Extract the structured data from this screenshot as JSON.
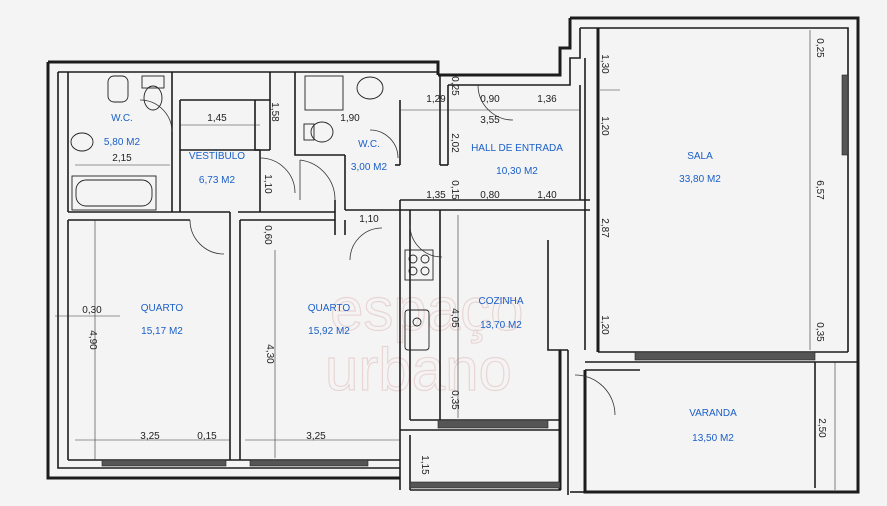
{
  "rooms": [
    {
      "id": "wc1",
      "name": "W.C.",
      "area": "5,80 M2"
    },
    {
      "id": "vestibulo",
      "name": "VESTÍBULO",
      "area": "6,73 M2"
    },
    {
      "id": "wc2",
      "name": "W.C.",
      "area": "3,00 M2"
    },
    {
      "id": "hall",
      "name": "HALL DE ENTRADA",
      "area": "10,30 M2"
    },
    {
      "id": "sala",
      "name": "SALA",
      "area": "33,80 M2"
    },
    {
      "id": "quarto1",
      "name": "QUARTO",
      "area": "15,17 M2"
    },
    {
      "id": "quarto2",
      "name": "QUARTO",
      "area": "15,92 M2"
    },
    {
      "id": "cozinha",
      "name": "COZINHA",
      "area": "13,70 M2"
    },
    {
      "id": "varanda",
      "name": "VARANDA",
      "area": "13,50 M2"
    }
  ],
  "dimensions": {
    "d145": "1,45",
    "d158": "1,58",
    "d215": "2,15",
    "d110a": "1,10",
    "d110b": "1,10",
    "d060": "0,60",
    "d190": "1,90",
    "d129": "1,29",
    "d025a": "0,25",
    "d090": "0,90",
    "d136": "1,36",
    "d355": "3,55",
    "d202": "2,02",
    "d135": "1,35",
    "d015a": "0,15",
    "d080": "0,80",
    "d140": "1,40",
    "d130": "1,30",
    "d120a": "1,20",
    "d287": "2,87",
    "d120b": "1,20",
    "d025b": "0,25",
    "d657": "6,57",
    "d035a": "0,35",
    "d030": "0,30",
    "d490": "4,90",
    "d430": "4,30",
    "d405": "4,05",
    "d035b": "0,35",
    "d325a": "3,25",
    "d015b": "0,15",
    "d325b": "3,25",
    "d115": "1,15",
    "d250": "2,50"
  },
  "watermark": {
    "line1": "espaço",
    "line2": "urbano"
  }
}
